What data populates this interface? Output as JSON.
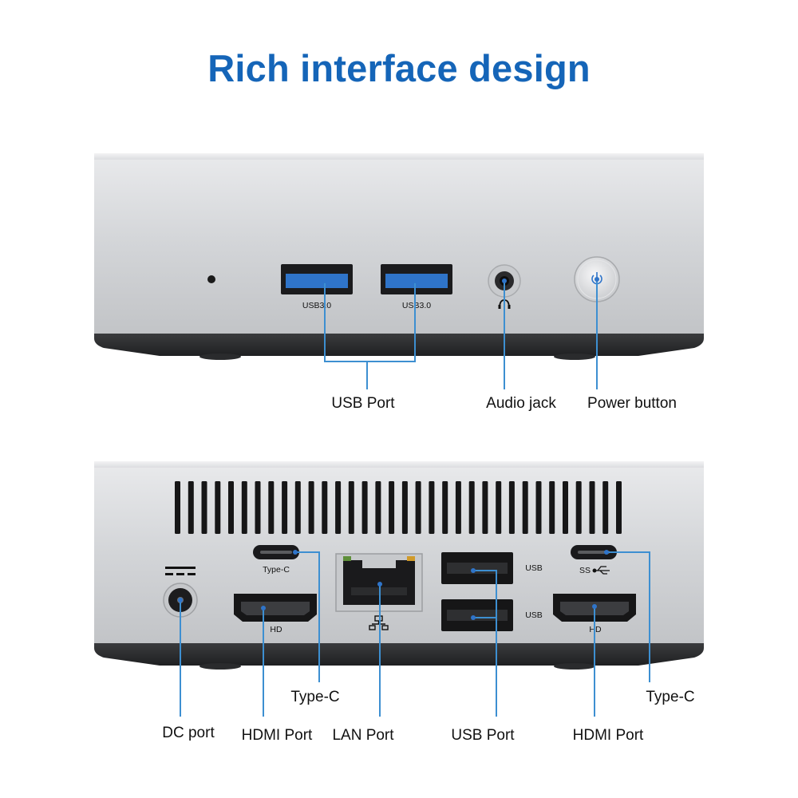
{
  "title": "Rich interface design",
  "colors": {
    "title": "#1565b8",
    "callout_line": "#3d8fd1",
    "usb_blue": "#2f74c9"
  },
  "front_panel": {
    "port_markings": {
      "usb_left": "USB3.0",
      "usb_right": "USB3.0"
    },
    "callouts": {
      "usb_port": "USB Port",
      "audio_jack": "Audio jack",
      "power_button": "Power button"
    }
  },
  "back_panel": {
    "port_markings": {
      "typec_left": "Type-C",
      "hdmi_left": "HD",
      "usb_top": "USB",
      "usb_bottom": "USB",
      "typec_right": "SS",
      "hdmi_right": "HD"
    },
    "callouts": {
      "dc_port": "DC port",
      "hdmi_port_left": "HDMI Port",
      "typec_left": "Type-C",
      "lan_port": "LAN Port",
      "usb_port": "USB Port",
      "hdmi_port_right": "HDMI Port",
      "typec_right": "Type-C"
    }
  },
  "icons": [
    "headphone-icon",
    "power-icon",
    "dc-symbol-icon",
    "network-icon",
    "usb-trident-icon"
  ]
}
